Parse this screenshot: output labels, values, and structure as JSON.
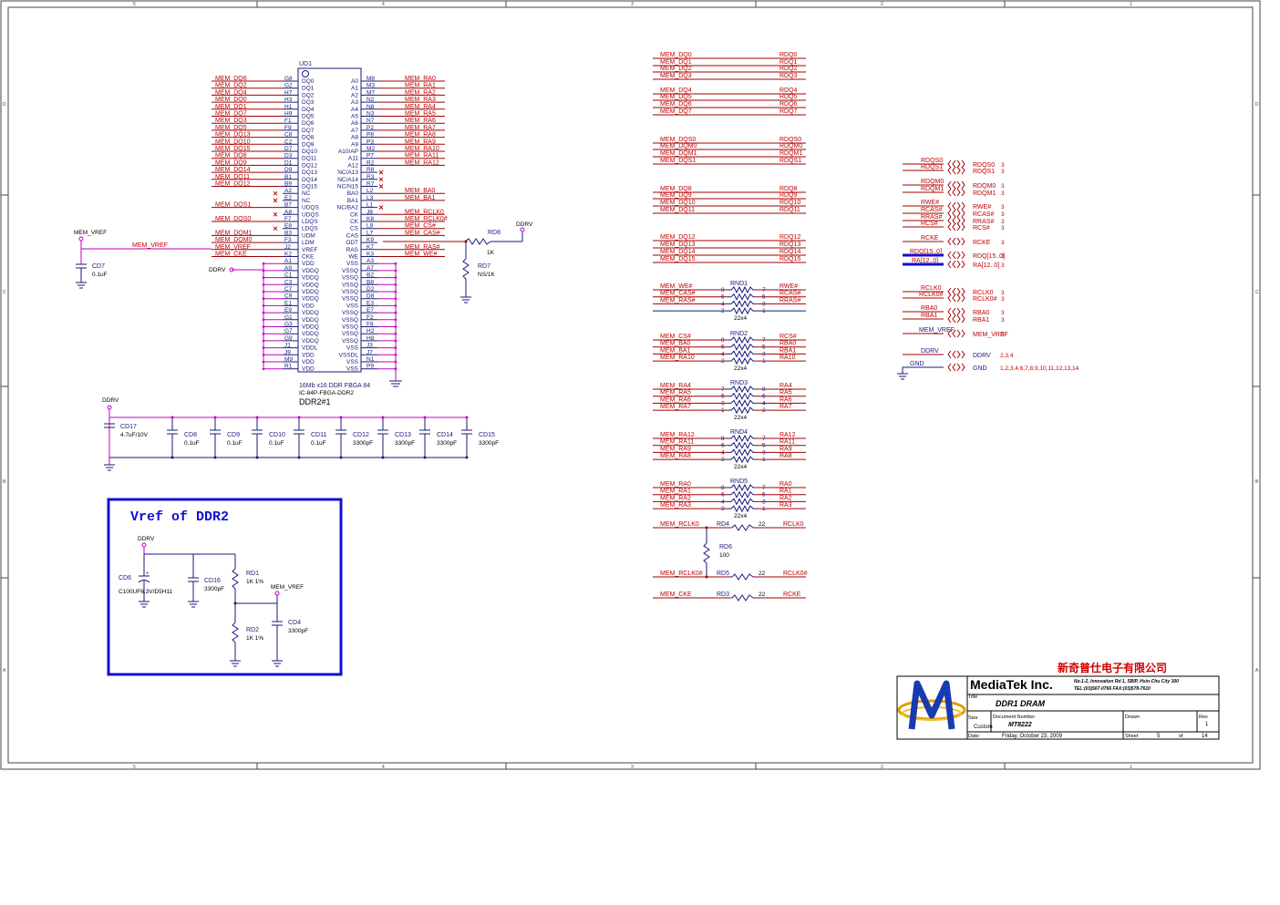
{
  "border": {
    "top_ticks": [
      "5",
      "4",
      "3",
      "2",
      "1"
    ],
    "side_ticks": [
      "D",
      "C",
      "B",
      "A"
    ]
  },
  "ic": {
    "ref": "UD1",
    "desc1": "16Mb x16 DDR FBGA 84",
    "desc2": "IC-84P-FBGA-DDR2",
    "value": "DDR2#1",
    "left_pins": [
      {
        "ball": "G8",
        "name": "DQ0",
        "net": "MEM_DQ6"
      },
      {
        "ball": "G2",
        "name": "DQ1",
        "net": "MEM_DQ2"
      },
      {
        "ball": "H7",
        "name": "DQ2",
        "net": "MEM_DQ4"
      },
      {
        "ball": "H3",
        "name": "DQ3",
        "net": "MEM_DQ0"
      },
      {
        "ball": "H1",
        "name": "DQ4",
        "net": "MEM_DQ1"
      },
      {
        "ball": "H9",
        "name": "DQ5",
        "net": "MEM_DQ7"
      },
      {
        "ball": "F1",
        "name": "DQ6",
        "net": "MEM_DQ3"
      },
      {
        "ball": "F9",
        "name": "DQ7",
        "net": "MEM_DQ5"
      },
      {
        "ball": "C8",
        "name": "DQ8",
        "net": "MEM_DQ13"
      },
      {
        "ball": "C2",
        "name": "DQ9",
        "net": "MEM_DQ10"
      },
      {
        "ball": "D7",
        "name": "DQ10",
        "net": "MEM_DQ15"
      },
      {
        "ball": "D3",
        "name": "DQ11",
        "net": "MEM_DQ8"
      },
      {
        "ball": "D1",
        "name": "DQ12",
        "net": "MEM_DQ9"
      },
      {
        "ball": "D9",
        "name": "DQ13",
        "net": "MEM_DQ14"
      },
      {
        "ball": "B1",
        "name": "DQ14",
        "net": "MEM_DQ11"
      },
      {
        "ball": "B9",
        "name": "DQ15",
        "net": "MEM_DQ12"
      },
      {
        "ball": "A2",
        "name": "NC",
        "net": ""
      },
      {
        "ball": "E2",
        "name": "NC",
        "net": ""
      },
      {
        "ball": "B7",
        "name": "UDQS",
        "net": "MEM_DQS1"
      },
      {
        "ball": "A8",
        "name": "UDQS",
        "net": ""
      },
      {
        "ball": "F7",
        "name": "LDQS",
        "net": "MEM_DQS0"
      },
      {
        "ball": "E8",
        "name": "LDQS",
        "net": ""
      },
      {
        "ball": "B3",
        "name": "UDM",
        "net": "MEM_DQM1"
      },
      {
        "ball": "F3",
        "name": "LDM",
        "net": "MEM_DQM0"
      },
      {
        "ball": "J2",
        "name": "VREF",
        "net": "MEM_VREF"
      },
      {
        "ball": "K2",
        "name": "CKE",
        "net": "MEM_CKE"
      },
      {
        "ball": "A1",
        "name": "VDD",
        "net": ""
      },
      {
        "ball": "A9",
        "name": "VDDQ",
        "net": ""
      },
      {
        "ball": "C1",
        "name": "VDDQ",
        "net": ""
      },
      {
        "ball": "C3",
        "name": "VDDQ",
        "net": ""
      },
      {
        "ball": "C7",
        "name": "VDDQ",
        "net": ""
      },
      {
        "ball": "C9",
        "name": "VDDQ",
        "net": ""
      },
      {
        "ball": "E1",
        "name": "VDD",
        "net": ""
      },
      {
        "ball": "E9",
        "name": "VDDQ",
        "net": ""
      },
      {
        "ball": "G1",
        "name": "VDDQ",
        "net": ""
      },
      {
        "ball": "G3",
        "name": "VDDQ",
        "net": ""
      },
      {
        "ball": "G7",
        "name": "VDDQ",
        "net": ""
      },
      {
        "ball": "G9",
        "name": "VDDQ",
        "net": ""
      },
      {
        "ball": "J1",
        "name": "VDDL",
        "net": ""
      },
      {
        "ball": "J9",
        "name": "VDD",
        "net": ""
      },
      {
        "ball": "M9",
        "name": "VDD",
        "net": ""
      },
      {
        "ball": "R1",
        "name": "VDD",
        "net": ""
      }
    ],
    "right_pins": [
      {
        "ball": "M8",
        "name": "A0",
        "net": "MEM_RA0"
      },
      {
        "ball": "M3",
        "name": "A1",
        "net": "MEM_RA1"
      },
      {
        "ball": "M7",
        "name": "A2",
        "net": "MEM_RA2"
      },
      {
        "ball": "N2",
        "name": "A3",
        "net": "MEM_RA3"
      },
      {
        "ball": "N8",
        "name": "A4",
        "net": "MEM_RA4"
      },
      {
        "ball": "N3",
        "name": "A5",
        "net": "MEM_RA5"
      },
      {
        "ball": "N7",
        "name": "A6",
        "net": "MEM_RA6"
      },
      {
        "ball": "P2",
        "name": "A7",
        "net": "MEM_RA7"
      },
      {
        "ball": "P8",
        "name": "A8",
        "net": "MEM_RA8"
      },
      {
        "ball": "P3",
        "name": "A9",
        "net": "MEM_RA9"
      },
      {
        "ball": "M2",
        "name": "A10/AP",
        "net": "MEM_RA10"
      },
      {
        "ball": "P7",
        "name": "A11",
        "net": "MEM_RA11"
      },
      {
        "ball": "R2",
        "name": "A12",
        "net": "MEM_RA12"
      },
      {
        "ball": "R8",
        "name": "NC/A13",
        "net": ""
      },
      {
        "ball": "R3",
        "name": "NC/A14",
        "net": ""
      },
      {
        "ball": "R7",
        "name": "NC/N15",
        "net": ""
      },
      {
        "ball": "L2",
        "name": "BA0",
        "net": "MEM_BA0"
      },
      {
        "ball": "L3",
        "name": "BA1",
        "net": "MEM_BA1"
      },
      {
        "ball": "L1",
        "name": "NC/BA2",
        "net": ""
      },
      {
        "ball": "J8",
        "name": "CK",
        "net": "MEM_RCLK0"
      },
      {
        "ball": "K8",
        "name": "CK",
        "net": "MEM_RCLK0#"
      },
      {
        "ball": "L8",
        "name": "CS",
        "net": "MEM_CS#"
      },
      {
        "ball": "L7",
        "name": "CAS",
        "net": "MEM_CAS#"
      },
      {
        "ball": "K9",
        "name": "ODT",
        "net": ""
      },
      {
        "ball": "K7",
        "name": "RAS",
        "net": "MEM_RAS#"
      },
      {
        "ball": "K3",
        "name": "WE",
        "net": "MEM_WE#"
      },
      {
        "ball": "A3",
        "name": "VSS",
        "net": ""
      },
      {
        "ball": "A7",
        "name": "VSSQ",
        "net": ""
      },
      {
        "ball": "B2",
        "name": "VSSQ",
        "net": ""
      },
      {
        "ball": "B8",
        "name": "VSSQ",
        "net": ""
      },
      {
        "ball": "D2",
        "name": "VSSQ",
        "net": ""
      },
      {
        "ball": "D8",
        "name": "VSSQ",
        "net": ""
      },
      {
        "ball": "E3",
        "name": "VSS",
        "net": ""
      },
      {
        "ball": "E7",
        "name": "VSSQ",
        "net": ""
      },
      {
        "ball": "F2",
        "name": "VSSQ",
        "net": ""
      },
      {
        "ball": "F8",
        "name": "VSSQ",
        "net": ""
      },
      {
        "ball": "H2",
        "name": "VSSQ",
        "net": ""
      },
      {
        "ball": "H8",
        "name": "VSSQ",
        "net": ""
      },
      {
        "ball": "J3",
        "name": "VSS",
        "net": ""
      },
      {
        "ball": "J7",
        "name": "VSSDL",
        "net": ""
      },
      {
        "ball": "N1",
        "name": "VSS",
        "net": ""
      },
      {
        "ball": "P9",
        "name": "VSS",
        "net": ""
      }
    ]
  },
  "labels": {
    "mem_vref": "MEM_VREF",
    "ddrv": "DDRV",
    "cd7_ref": "CD7",
    "cd7_val": "0.1uF",
    "rd8_ref": "RD8",
    "rd8_val": "1K",
    "rd7_ref": "RD7",
    "rd7_val": "NS/1K"
  },
  "caps": {
    "cd17_ref": "CD17",
    "cd17_val": "4.7uF/10V",
    "list": [
      {
        "ref": "CD8",
        "val": "0.1uF"
      },
      {
        "ref": "CD9",
        "val": "0.1uF"
      },
      {
        "ref": "CD10",
        "val": "0.1uF"
      },
      {
        "ref": "CD11",
        "val": "0.1uF"
      },
      {
        "ref": "CD12",
        "val": "3300pF"
      },
      {
        "ref": "CD13",
        "val": "3300pF"
      },
      {
        "ref": "CD14",
        "val": "3300pF"
      },
      {
        "ref": "CD15",
        "val": "3300pF"
      }
    ]
  },
  "vref_box": {
    "title": "Vref of DDR2",
    "ddrv": "DDRV",
    "cd6_ref": "CD6",
    "cd6_val": "C100UF6.3V/D5H11",
    "cd16_ref": "CD16",
    "cd16_val": "3300pF",
    "rd1_ref": "RD1",
    "rd1_val": "1K 1%",
    "rd2_ref": "RD2",
    "rd2_val": "1K 1%",
    "cd4_ref": "CD4",
    "cd4_val": "3300pF",
    "mem_vref": "MEM_VREF"
  },
  "direct_nets": [
    {
      "l": "MEM_DQ0",
      "r": "RDQ0"
    },
    {
      "l": "MEM_DQ1",
      "r": "RDQ1"
    },
    {
      "l": "MEM_DQ2",
      "r": "RDQ2"
    },
    {
      "l": "MEM_DQ3",
      "r": "RDQ3"
    },
    {
      "l": "MEM_DQ4",
      "r": "RDQ4"
    },
    {
      "l": "MEM_DQ5",
      "r": "RDQ5"
    },
    {
      "l": "MEM_DQ6",
      "r": "RDQ6"
    },
    {
      "l": "MEM_DQ7",
      "r": "RDQ7"
    },
    {
      "l": "MEM_DQS0",
      "r": "RDQS0"
    },
    {
      "l": "MEM_DQM0",
      "r": "RDQM0"
    },
    {
      "l": "MEM_DQM1",
      "r": "RDQM1"
    },
    {
      "l": "MEM_DQS1",
      "r": "RDQS1"
    },
    {
      "l": "MEM_DQ8",
      "r": "RDQ8"
    },
    {
      "l": "MEM_DQ9",
      "r": "RDQ9"
    },
    {
      "l": "MEM_DQ10",
      "r": "RDQ10"
    },
    {
      "l": "MEM_DQ11",
      "r": "RDQ11"
    },
    {
      "l": "MEM_DQ12",
      "r": "RDQ12"
    },
    {
      "l": "MEM_DQ13",
      "r": "RDQ13"
    },
    {
      "l": "MEM_DQ14",
      "r": "RDQ14"
    },
    {
      "l": "MEM_DQ15",
      "r": "RDQ15"
    }
  ],
  "rnets": [
    {
      "ref": "RND1",
      "val": "22x4",
      "rows": [
        {
          "l": "MEM_WE#",
          "p1": "8",
          "p2": "7",
          "r": "RWE#"
        },
        {
          "l": "MEM_CAS#",
          "p1": "6",
          "p2": "5",
          "r": "RCAS#"
        },
        {
          "l": "MEM_RAS#",
          "p1": "4",
          "p2": "3",
          "r": "RRAS#"
        },
        {
          "l": "",
          "p1": "2",
          "p2": "1",
          "r": ""
        }
      ]
    },
    {
      "ref": "RND2",
      "val": "22x4",
      "rows": [
        {
          "l": "MEM_CS#",
          "p1": "8",
          "p2": "7",
          "r": "RCS#"
        },
        {
          "l": "MEM_BA0",
          "p1": "6",
          "p2": "5",
          "r": "RBA0"
        },
        {
          "l": "MEM_BA1",
          "p1": "4",
          "p2": "3",
          "r": "RBA1"
        },
        {
          "l": "MEM_RA10",
          "p1": "2",
          "p2": "1",
          "r": "RA10"
        }
      ]
    },
    {
      "ref": "RND3",
      "val": "22x4",
      "rows": [
        {
          "l": "MEM_RA4",
          "p1": "7",
          "p2": "8",
          "r": "RA4"
        },
        {
          "l": "MEM_RA5",
          "p1": "5",
          "p2": "6",
          "r": "RA5"
        },
        {
          "l": "MEM_RA6",
          "p1": "3",
          "p2": "4",
          "r": "RA6"
        },
        {
          "l": "MEM_RA7",
          "p1": "1",
          "p2": "2",
          "r": "RA7"
        }
      ]
    },
    {
      "ref": "RND4",
      "val": "22x4",
      "rows": [
        {
          "l": "MEM_RA12",
          "p1": "8",
          "p2": "7",
          "r": "RA12"
        },
        {
          "l": "MEM_RA11",
          "p1": "6",
          "p2": "5",
          "r": "RA11"
        },
        {
          "l": "MEM_RA9",
          "p1": "4",
          "p2": "3",
          "r": "RA9"
        },
        {
          "l": "MEM_RA8",
          "p1": "2",
          "p2": "1",
          "r": "RA8"
        }
      ]
    },
    {
      "ref": "RND5",
      "val": "22x4",
      "rows": [
        {
          "l": "MEM_RA0",
          "p1": "8",
          "p2": "7",
          "r": "RA0"
        },
        {
          "l": "MEM_RA1",
          "p1": "6",
          "p2": "5",
          "r": "RA1"
        },
        {
          "l": "MEM_RA2",
          "p1": "4",
          "p2": "3",
          "r": "RA2"
        },
        {
          "l": "MEM_RA3",
          "p1": "2",
          "p2": "1",
          "r": "RA3"
        }
      ]
    }
  ],
  "single_res": [
    {
      "ref": "RD4",
      "val": "22",
      "l": "MEM_RCLK0",
      "r": "RCLK0"
    },
    {
      "ref": "RD5",
      "val": "22",
      "l": "MEM_RCLK0#",
      "r": "RCLK0#"
    },
    {
      "ref": "RD3",
      "val": "22",
      "l": "MEM_CKE",
      "r": "RCKE"
    }
  ],
  "rd6": {
    "ref": "RD6",
    "val": "100"
  },
  "offpage": [
    {
      "net": "RDQS0",
      "label": "RDQS0",
      "sheets": "3",
      "bus": false
    },
    {
      "net": "RDQS1",
      "label": "RDQS1",
      "sheets": "3",
      "bus": false
    },
    {
      "net": "RDQM0",
      "label": "RDQM0",
      "sheets": "3",
      "bus": false
    },
    {
      "net": "RDQM1",
      "label": "RDQM1",
      "sheets": "3",
      "bus": false
    },
    {
      "net": "RWE#",
      "label": "RWE#",
      "sheets": "3",
      "bus": false
    },
    {
      "net": "RCAS#",
      "label": "RCAS#",
      "sheets": "3",
      "bus": false
    },
    {
      "net": "RRAS#",
      "label": "RRAS#",
      "sheets": "3",
      "bus": false
    },
    {
      "net": "RCS#",
      "label": "RCS#",
      "sheets": "3",
      "bus": false
    },
    {
      "net": "RCKE",
      "label": "RCKE",
      "sheets": "3",
      "bus": false
    },
    {
      "net": "RDQ[15..0]",
      "label": "RDQ[15..0]",
      "sheets": "3",
      "bus": true
    },
    {
      "net": "RA[12..0]",
      "label": "RA[12..0]",
      "sheets": "3",
      "bus": true
    },
    {
      "net": "RCLK0",
      "label": "RCLK0",
      "sheets": "3",
      "bus": false
    },
    {
      "net": "RCLK0#",
      "label": "RCLK0#",
      "sheets": "3",
      "bus": false
    },
    {
      "net": "RBA0",
      "label": "RBA0",
      "sheets": "3",
      "bus": false
    },
    {
      "net": "RBA1",
      "label": "RBA1",
      "sheets": "3",
      "bus": false
    },
    {
      "net": "MEM_VREF",
      "label": "MEM_VREF",
      "sheets": "3",
      "bus": false
    },
    {
      "net": "DDRV",
      "label": "DDRV",
      "sheets": "2,3,4",
      "bus": false
    },
    {
      "net": "GND",
      "label": "GND",
      "sheets": "1,2,3,4,6,7,8,9,10,11,12,13,14",
      "bus": false
    }
  ],
  "title_block": {
    "chinese_text": "新奇普仕电子有限公司",
    "company": "MediaTek Inc.",
    "address1": "No.1-2, Innovation Rd 1, SBIP, Hsin-Chu City 300",
    "address2": "TEL:(03)567-0766  FAX:(03)578-7610",
    "title_label": "Title",
    "title": "DDR1 DRAM",
    "size_label": "Size",
    "size": "Custom",
    "docnum_label": "Document Number",
    "docnum": "MT8222",
    "drawn_label": "Drawn",
    "rev_label": "Rev",
    "rev": "1",
    "date_label": "Date:",
    "date": "Friday, October 23, 2009",
    "sheet_label": "Sheet",
    "sheet": "5",
    "of_label": "of",
    "total": "14"
  }
}
